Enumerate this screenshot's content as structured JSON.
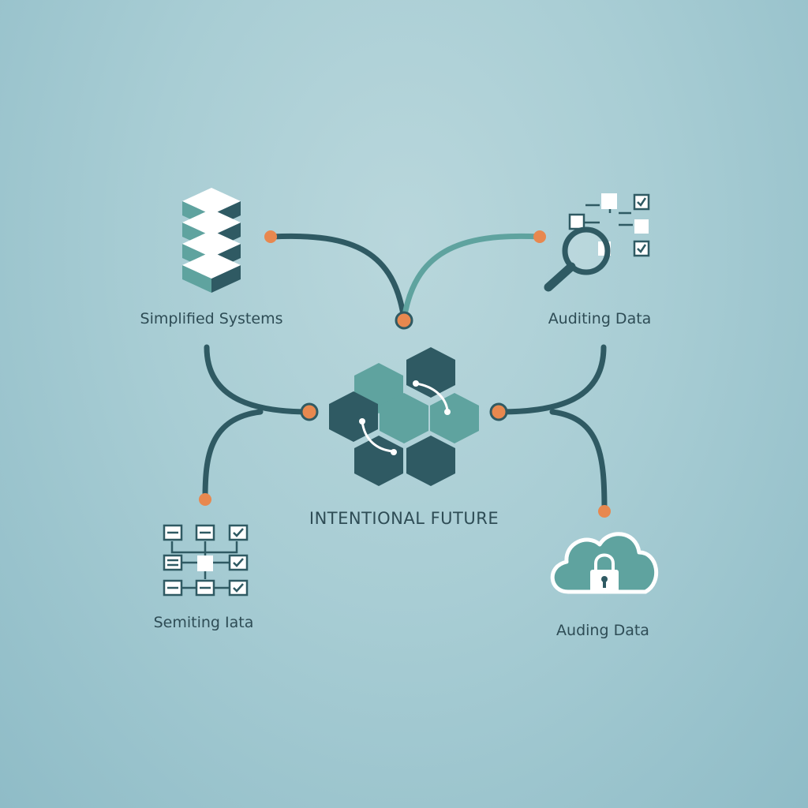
{
  "title": "INTENTIONAL FUTURE",
  "nodes": [
    {
      "id": "simplified-systems",
      "label": "Simplified Systems",
      "icon": "server-stack-icon"
    },
    {
      "id": "auditing-data-top",
      "label": "Auditing Data",
      "icon": "magnifier-checklist-icon"
    },
    {
      "id": "semiting-data",
      "label": "Semiting Iata",
      "icon": "checklist-flow-icon"
    },
    {
      "id": "auding-data",
      "label": "Auding Data",
      "icon": "cloud-lock-icon"
    }
  ],
  "colors": {
    "dark": "#2f5a63",
    "teal": "#5fa39f",
    "accent": "#e8884f",
    "white": "#ffffff"
  }
}
